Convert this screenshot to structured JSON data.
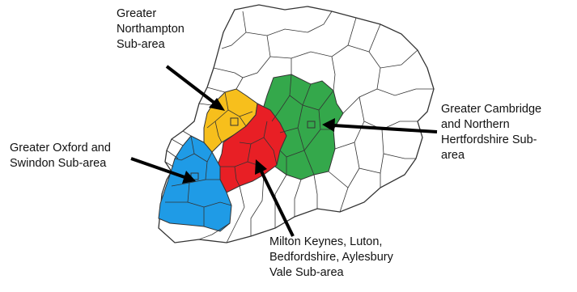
{
  "map": {
    "colors": {
      "background": "#ffffff",
      "district_stroke": "#333333",
      "northampton": "#f7bf1c",
      "cambridge": "#34a84b",
      "milton_keynes": "#e81f25",
      "oxford": "#1f9be6",
      "arrow": "#000000"
    },
    "labels": {
      "northampton": [
        "Greater",
        "Northampton",
        "Sub-area"
      ],
      "cambridge": [
        "Greater Cambridge",
        "and Northern",
        "Hertfordshire Sub-",
        "area"
      ],
      "oxford": [
        "Greater Oxford and",
        "Swindon Sub-area"
      ],
      "milton_keynes": [
        "Milton Keynes, Luton,",
        "Bedfordshire, Aylesbury",
        "Vale Sub-area"
      ]
    }
  }
}
